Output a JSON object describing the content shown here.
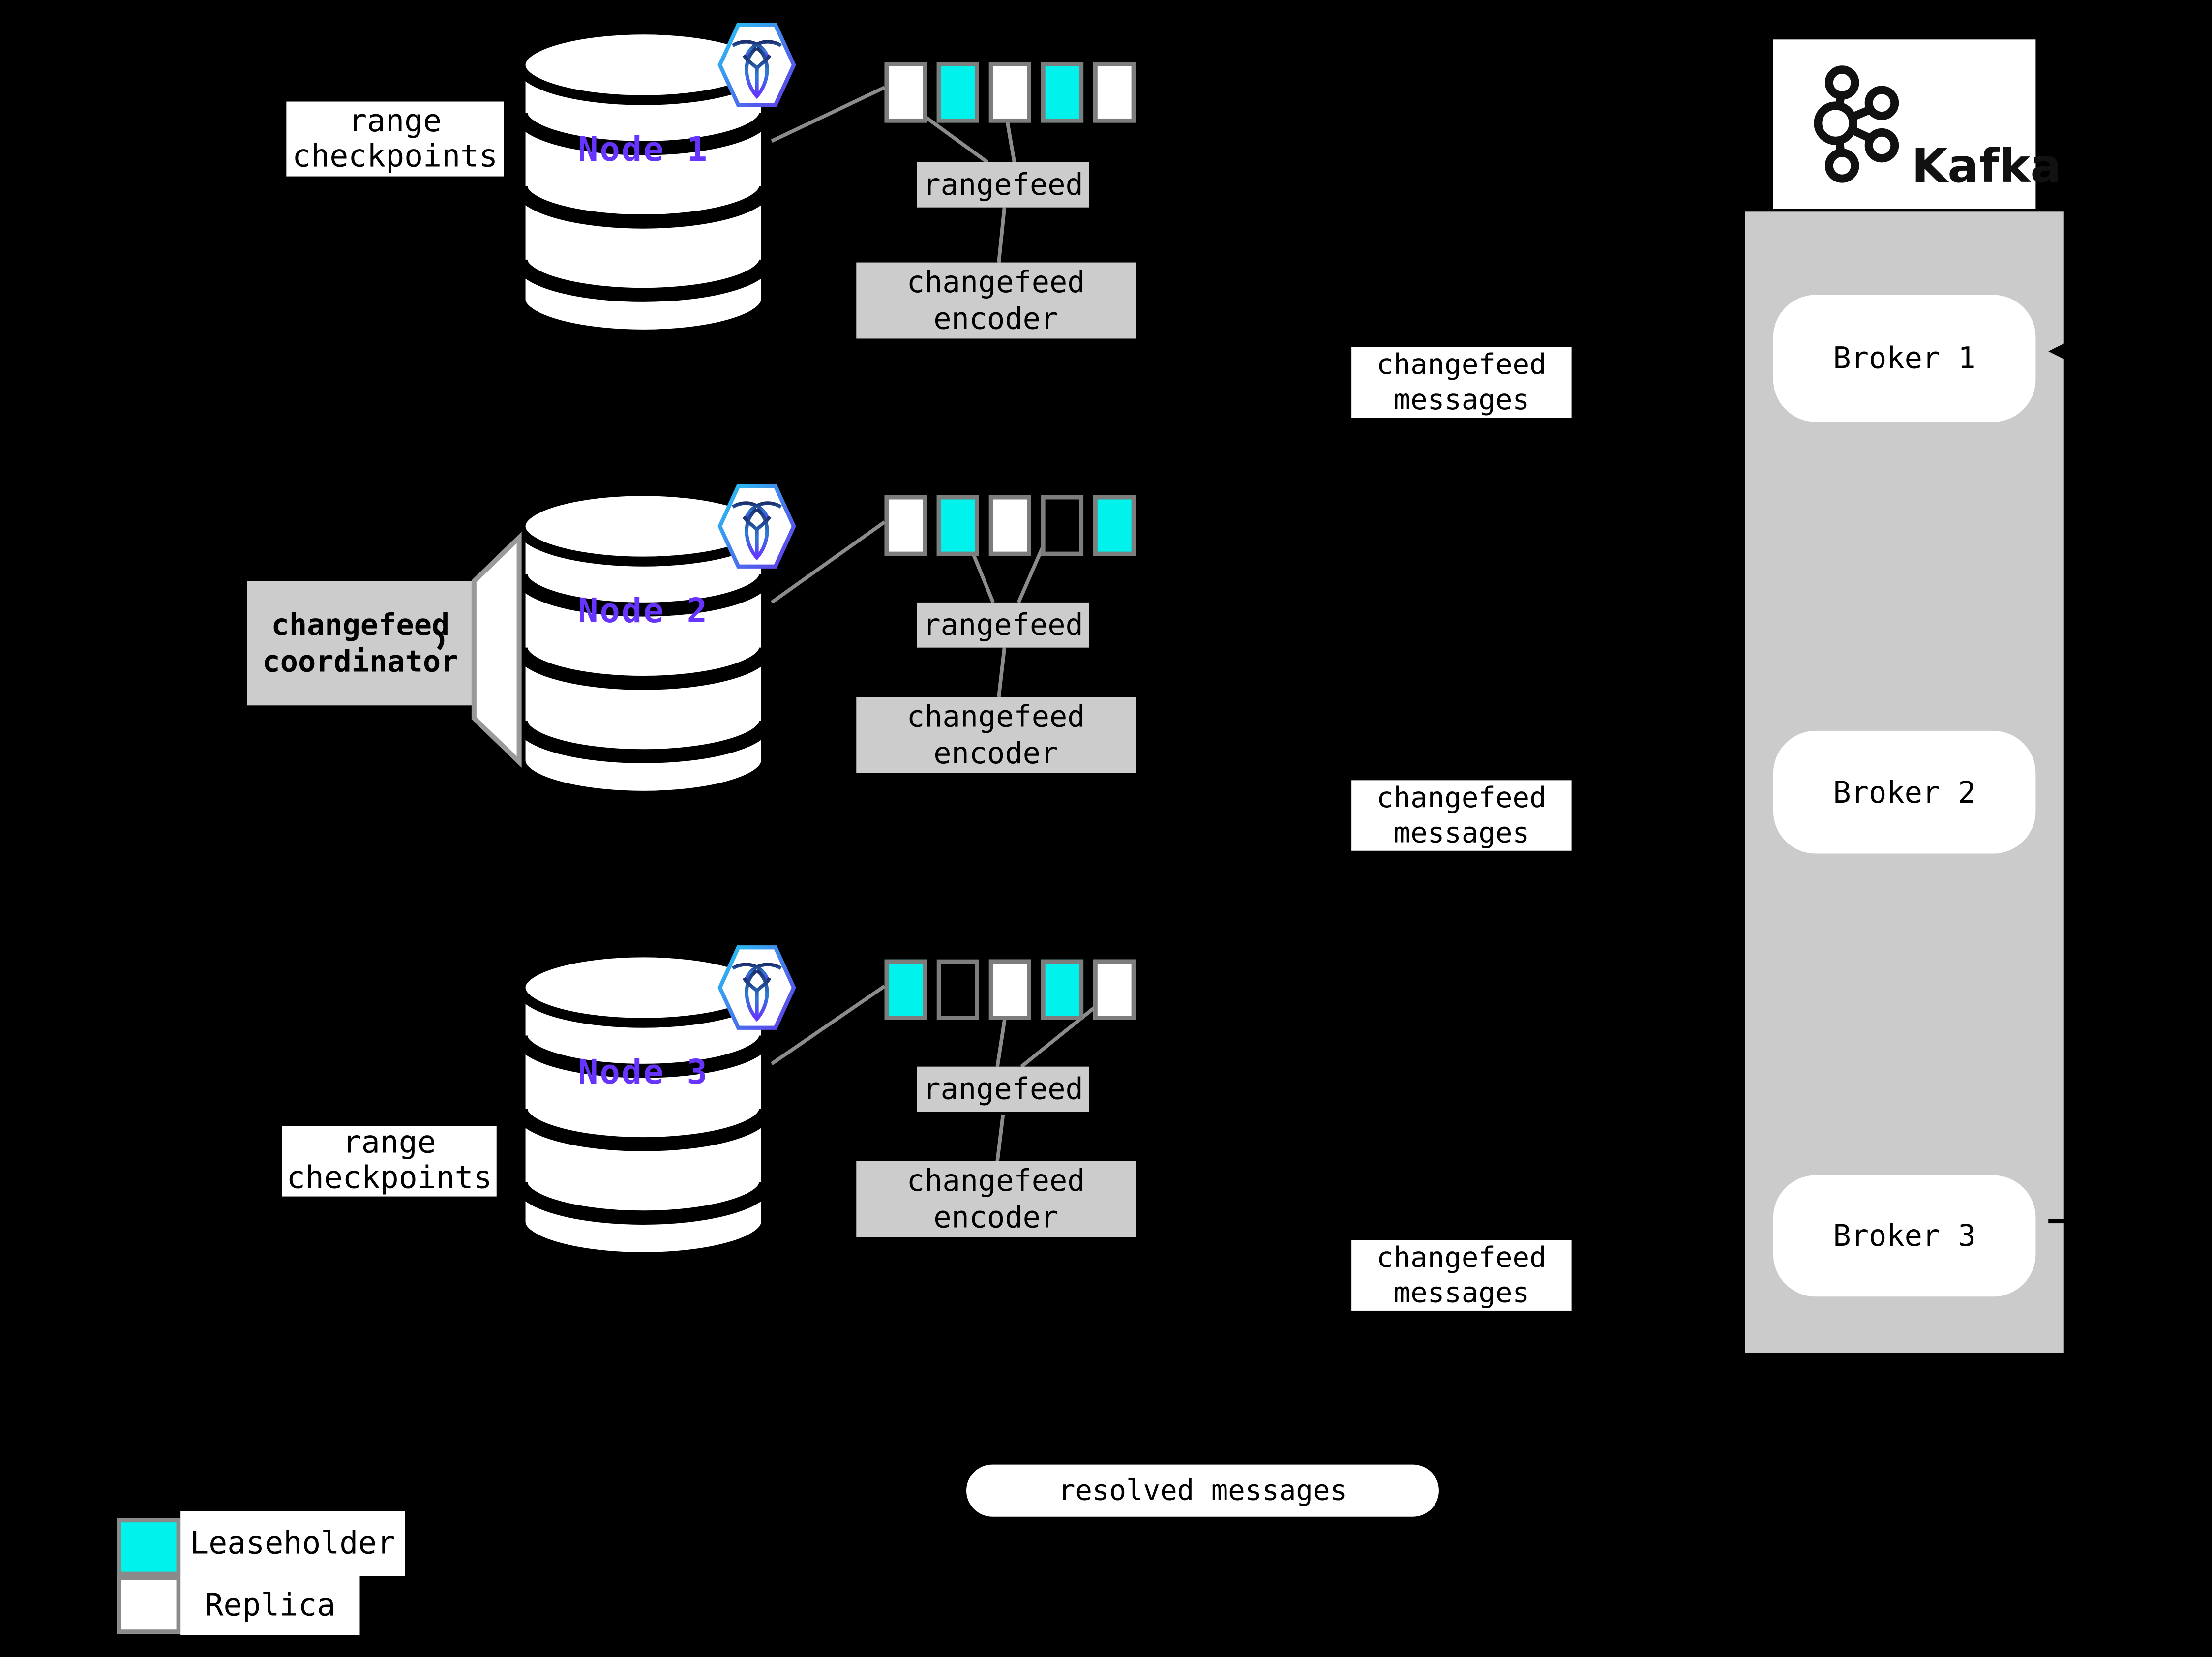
{
  "colors": {
    "background": "#000000",
    "leaseholder_fill": "#00F2EC",
    "replica_fill": "#FFFFFF",
    "empty_fill": "#000000",
    "range_border": "#7D7D7D",
    "panel_gray": "#CCCCCC",
    "kafka_container_gray": "#CBCBCB",
    "node_label_purple": "#6633FF",
    "connector_gray": "#8C8C8C"
  },
  "nodes": [
    {
      "label": "Node 1",
      "rangefeed_label": "rangefeed",
      "encoder_label": "changefeed encoder",
      "messages_label": "changefeed messages",
      "ranges": [
        "replica",
        "leaseholder",
        "replica",
        "leaseholder",
        "replica"
      ],
      "range_colors": [
        "#FFFFFF",
        "#00F2EC",
        "#FFFFFF",
        "#00F2EC",
        "#FFFFFF"
      ]
    },
    {
      "label": "Node 2",
      "rangefeed_label": "rangefeed",
      "encoder_label": "changefeed encoder",
      "messages_label": "changefeed messages",
      "ranges": [
        "replica",
        "leaseholder",
        "replica",
        "empty",
        "leaseholder"
      ],
      "range_colors": [
        "#FFFFFF",
        "#00F2EC",
        "#FFFFFF",
        "#000000",
        "#00F2EC"
      ]
    },
    {
      "label": "Node 3",
      "rangefeed_label": "rangefeed",
      "encoder_label": "changefeed encoder",
      "messages_label": "changefeed messages",
      "ranges": [
        "leaseholder",
        "empty",
        "replica",
        "leaseholder",
        "replica"
      ],
      "range_colors": [
        "#00F2EC",
        "#000000",
        "#FFFFFF",
        "#00F2EC",
        "#FFFFFF"
      ]
    }
  ],
  "annotations": {
    "range_checkpoints_top": "range checkpoints",
    "range_checkpoints_bottom": "range checkpoints",
    "changefeed_coordinator": "changefeed coordinator",
    "resolved_messages": "resolved messages"
  },
  "kafka": {
    "wordmark": "Kafka",
    "brokers": [
      "Broker 1",
      "Broker 2",
      "Broker 3"
    ]
  },
  "legend": [
    {
      "label": "Leaseholder",
      "color": "#00F2EC"
    },
    {
      "label": "Replica",
      "color": "#FFFFFF"
    }
  ],
  "icons": {
    "node_badge": "cockroachdb-hexagon",
    "kafka_mark": "kafka-circles",
    "node_shape": "database-cylinder"
  }
}
